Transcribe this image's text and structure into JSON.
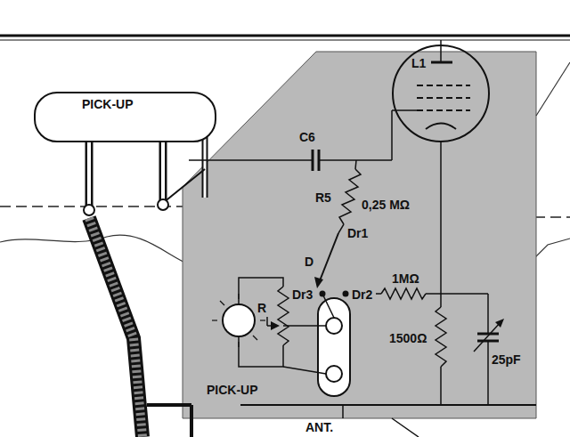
{
  "diagram": {
    "nodes": [
      {
        "text": [
          "PICK-UP"
        ]
      },
      {
        "text": [
          "L1"
        ]
      }
    ],
    "labels": [
      "C6",
      "R5",
      "0,25 MΩ",
      "Dr1",
      "D",
      "Dr3",
      "Dr2",
      "1MΩ",
      "R",
      "1500Ω",
      "25pF",
      "PICK-UP",
      "ANT."
    ]
  }
}
